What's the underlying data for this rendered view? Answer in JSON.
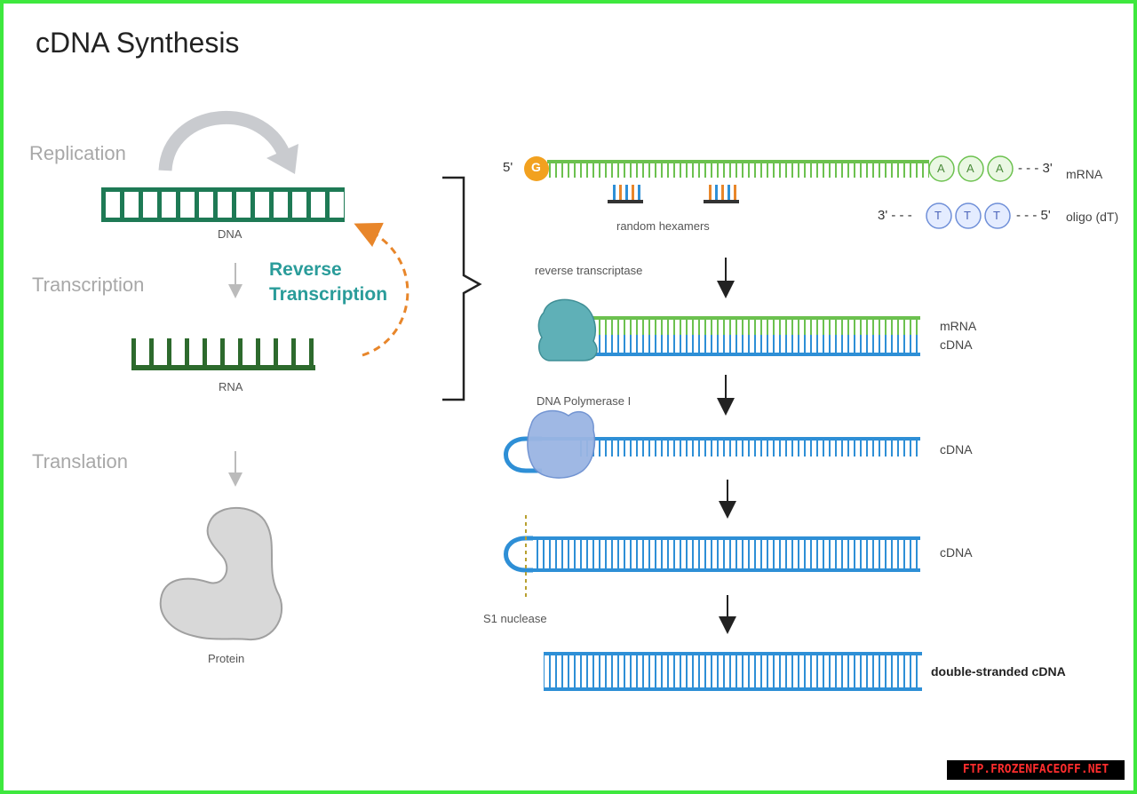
{
  "title": "cDNA Synthesis",
  "left_panel": {
    "replication": "Replication",
    "dna_label": "DNA",
    "transcription": "Transcription",
    "rna_label": "RNA",
    "translation": "Translation",
    "protein_label": "Protein",
    "reverse_line1": "Reverse",
    "reverse_line2": "Transcription"
  },
  "right_panel": {
    "five_prime": "5'",
    "cap_letter": "G",
    "polya": [
      "A",
      "A",
      "A"
    ],
    "three_prime_dots": "- - - 3'",
    "mrna_tag": "mRNA",
    "random_hexamers": "random hexamers",
    "oligo_three_prime": "3' - - -",
    "oligo_t": [
      "T",
      "T",
      "T"
    ],
    "oligo_five_prime": "- - - 5'",
    "oligo_label": "oligo (dT)",
    "reverse_transcriptase": "reverse transcriptase",
    "step2_mrna": "mRNA",
    "step2_cdna": "cDNA",
    "dna_polymerase": "DNA Polymerase I",
    "step3_cdna": "cDNA",
    "step4_cdna": "cDNA",
    "s1_nuclease": "S1 nuclease",
    "final_label": "double-stranded cDNA"
  },
  "colors": {
    "frame": "#3ee83e",
    "dna_green": "#1e7a55",
    "rna_green": "#2d6a2d",
    "mrna_green": "#6cc14f",
    "cdna_blue": "#2e8fd6",
    "accent_teal": "#2a9c9a",
    "arrow_orange": "#e8862a",
    "cap_orange": "#f2a11f",
    "replication_arrow": "#c9cbcf"
  },
  "watermark": "FTP.FROZENFACEOFF.NET"
}
